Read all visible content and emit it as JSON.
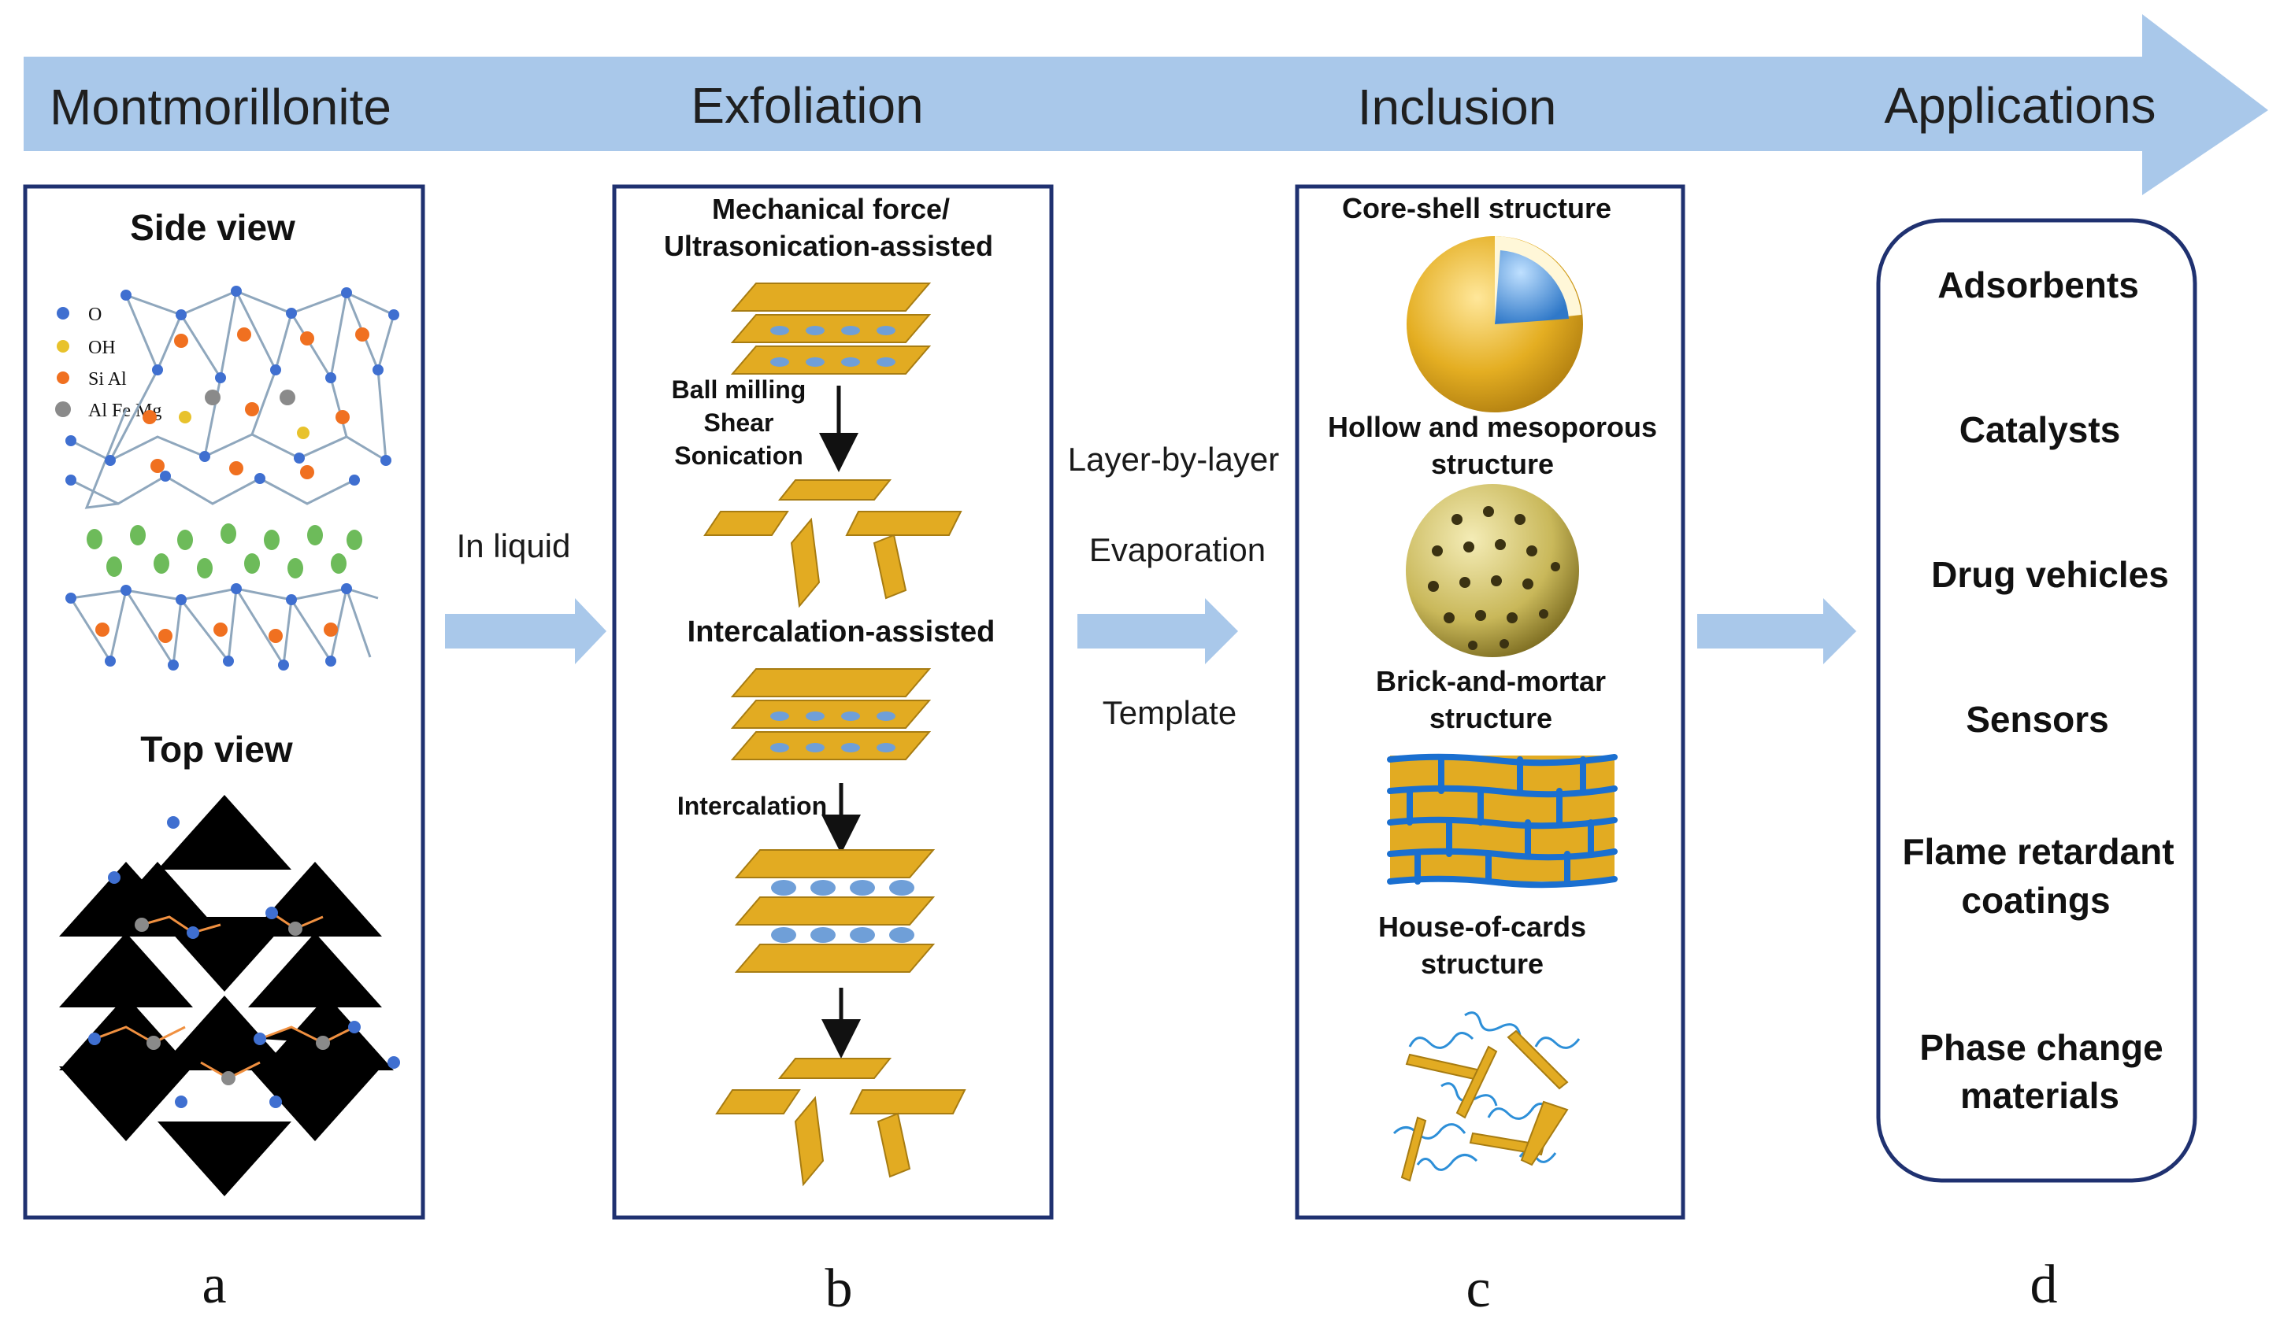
{
  "header": {
    "stages": [
      "Montmorillonite",
      "Exfoliation",
      "Inclusion",
      "Applications"
    ]
  },
  "panel_a": {
    "side_view_title": "Side view",
    "top_view_title": "Top view",
    "legend": [
      {
        "label": "O",
        "color": "#3f6fd0"
      },
      {
        "label": "OH",
        "color": "#e8c22c"
      },
      {
        "label": "Si Al",
        "color": "#f07020"
      },
      {
        "label": "Al Fe Mg",
        "color": "#8a8a8a"
      }
    ],
    "letter": "a"
  },
  "arrow_ab": {
    "label": "In liquid"
  },
  "panel_b": {
    "heading_line1": "Mechanical force/",
    "heading_line2": "Ultrasonication-assisted",
    "methods": [
      "Ball milling",
      "Shear",
      "Sonication"
    ],
    "intercalation_heading": "Intercalation-assisted",
    "intercalation_step": "Intercalation",
    "letter": "b"
  },
  "arrow_bc": {
    "labels": [
      "Layer-by-layer",
      "Evaporation",
      "Template"
    ]
  },
  "panel_c": {
    "structures": [
      {
        "line1": "Core-shell structure",
        "line2": ""
      },
      {
        "line1": "Hollow and mesoporous",
        "line2": "structure"
      },
      {
        "line1": "Brick-and-mortar",
        "line2": "structure"
      },
      {
        "line1": "House-of-cards",
        "line2": "structure"
      }
    ],
    "letter": "c"
  },
  "panel_d": {
    "items": [
      {
        "line1": "Adsorbents",
        "line2": ""
      },
      {
        "line1": "Catalysts",
        "line2": ""
      },
      {
        "line1": "Drug vehicles",
        "line2": ""
      },
      {
        "line1": "Sensors",
        "line2": ""
      },
      {
        "line1": "Flame retardant",
        "line2": "coatings"
      },
      {
        "line1": "Phase change",
        "line2": "materials"
      }
    ],
    "letter": "d"
  },
  "colors": {
    "arrow": "#a9c8ea",
    "panel_border": "#1f3170",
    "clay_yellow": "#e2ab22",
    "ion_blue": "#6f9fd8",
    "mortar_blue": "#1a6fd0"
  }
}
